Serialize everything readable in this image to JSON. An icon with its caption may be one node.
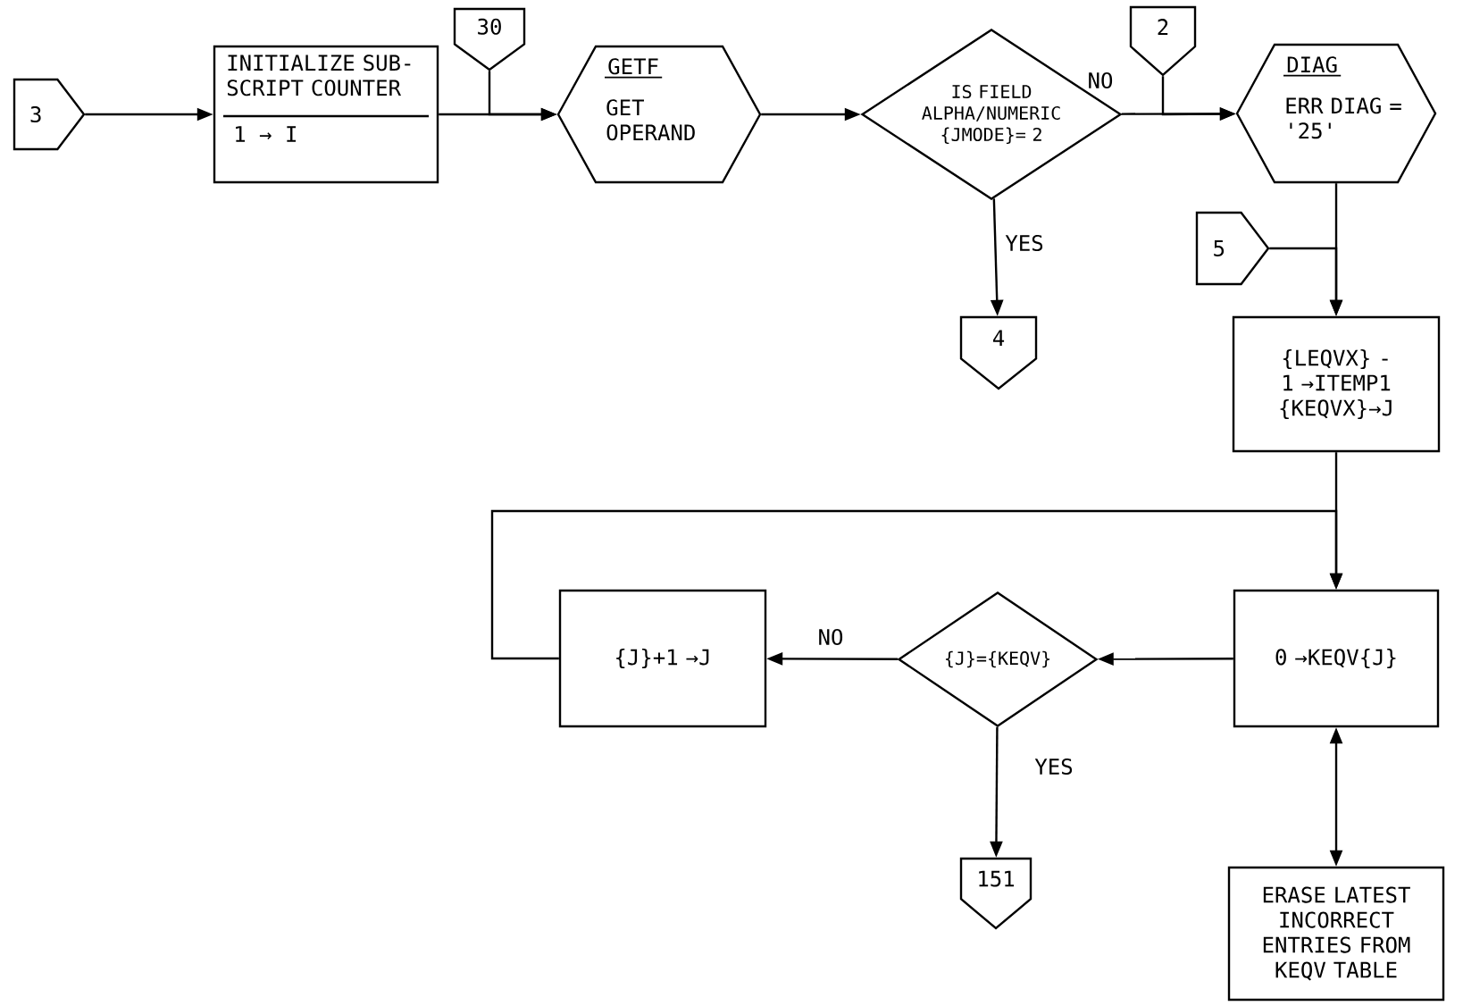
{
  "diagram": {
    "nodes": [
      {
        "text": [
          "3"
        ]
      },
      {
        "text": [
          "INITIALIZE SUB-SCRIPT COUNTER",
          "1 → I"
        ]
      },
      {
        "text": [
          "30"
        ]
      },
      {
        "text": [
          "GETF",
          "GET OPERAND"
        ]
      },
      {
        "text": [
          "IS FIELD ALPHA/NUMERIC {JMODE}= 2"
        ]
      },
      {
        "text": [
          "2"
        ]
      },
      {
        "text": [
          "DIAG",
          "ERR DIAG = '25'"
        ]
      },
      {
        "text": [
          "5"
        ]
      },
      {
        "text": [
          "4"
        ]
      },
      {
        "text": [
          "{LEQVX} -1 →ITEMP1 {KEQVX}→J"
        ]
      },
      {
        "text": [
          "0 →KEQV{J}"
        ]
      },
      {
        "text": [
          "{J}={KEQV}"
        ]
      },
      {
        "text": [
          "{J}+1 →J"
        ]
      },
      {
        "text": [
          "151"
        ]
      },
      {
        "text": [
          "ERASE LATEST INCORRECT ENTRIES FROM KEQV TABLE"
        ]
      }
    ],
    "edges": [
      {
        "from": 0,
        "to": 1,
        "arrow": "to"
      },
      {
        "from": 1,
        "to": 3,
        "arrow": "to"
      },
      {
        "from": 2,
        "to": 3,
        "arrow": "to"
      },
      {
        "from": 3,
        "to": 4,
        "arrow": "to"
      },
      {
        "from": 4,
        "to": 6,
        "arrow": "to",
        "label": "NO"
      },
      {
        "from": 5,
        "to": 6,
        "arrow": "to"
      },
      {
        "from": 4,
        "to": 8,
        "arrow": "to",
        "label": "YES"
      },
      {
        "from": 6,
        "to": 9,
        "arrow": "to"
      },
      {
        "from": 7,
        "to": 9,
        "arrow": "to"
      },
      {
        "from": 9,
        "to": 10,
        "arrow": "to"
      },
      {
        "from": 12,
        "to": 10,
        "arrow": "to"
      },
      {
        "from": 10,
        "to": 11,
        "arrow": "to"
      },
      {
        "from": 11,
        "to": 12,
        "arrow": "to",
        "label": "NO"
      },
      {
        "from": 11,
        "to": 13,
        "arrow": "to",
        "label": "YES"
      },
      {
        "from": 14,
        "to": 10,
        "arrow": "both"
      }
    ]
  }
}
